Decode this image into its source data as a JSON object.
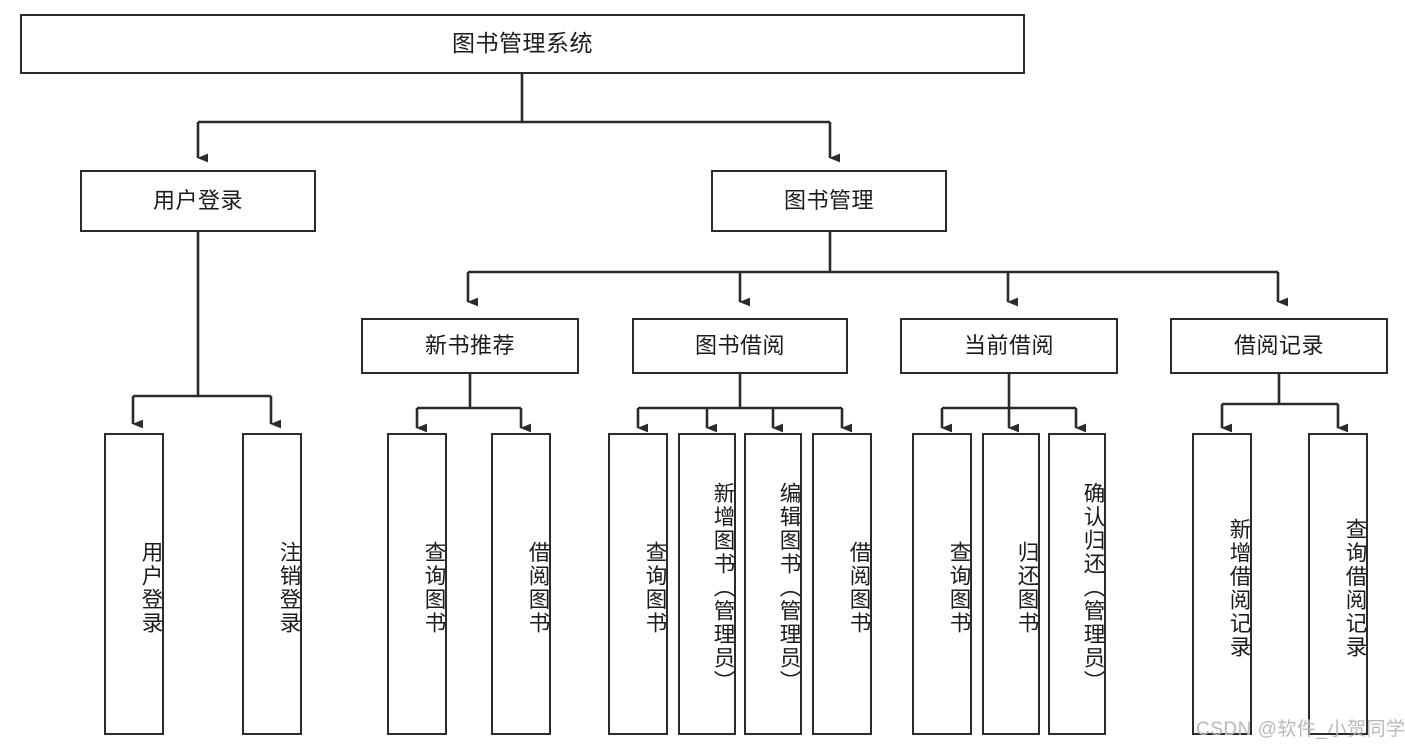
{
  "diagram": {
    "title": "图书管理系统",
    "type": "tree-hierarchy-chart",
    "colors": {
      "stroke": "#2b2b2b",
      "fill": "#ffffff",
      "text": "#1b1b1b",
      "watermark": "#b9b9b9"
    },
    "root": {
      "label": "图书管理系统"
    },
    "level2": [
      {
        "label": "用户登录"
      },
      {
        "label": "图书管理"
      }
    ],
    "level3": [
      {
        "label": "新书推荐"
      },
      {
        "label": "图书借阅"
      },
      {
        "label": "当前借阅"
      },
      {
        "label": "借阅记录"
      }
    ],
    "leaves": {
      "user_login": [
        {
          "label": "用户登录"
        },
        {
          "label": "注销登录"
        }
      ],
      "new_book_recommend": [
        {
          "label": "查询图书"
        },
        {
          "label": "借阅图书"
        }
      ],
      "book_borrow": [
        {
          "label": "查询图书"
        },
        {
          "label": "新增图书（管理员）"
        },
        {
          "label": "编辑图书（管理员）"
        },
        {
          "label": "借阅图书"
        }
      ],
      "current_borrow": [
        {
          "label": "查询图书"
        },
        {
          "label": "归还图书"
        },
        {
          "label": "确认归还（管理员）"
        }
      ],
      "borrow_record": [
        {
          "label": "新增借阅记录"
        },
        {
          "label": "查询借阅记录"
        }
      ]
    }
  },
  "watermark": {
    "text": "CSDN @软件_小贺同学"
  }
}
